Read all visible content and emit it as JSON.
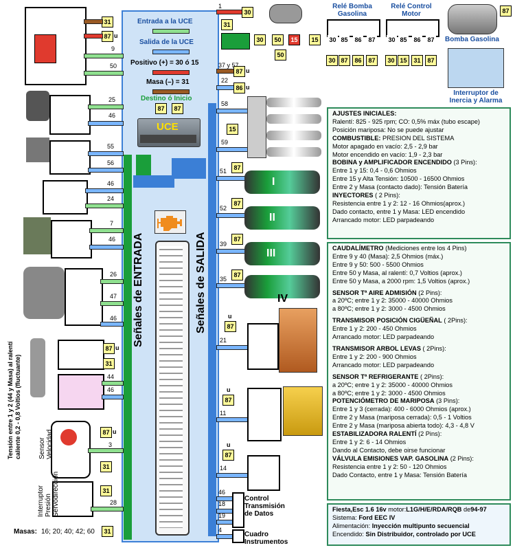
{
  "legend": {
    "entrada": "Entrada a la UCE",
    "salida": "Salida de la UCE",
    "positivo": "Positivo (+) = 30 ó 15",
    "masa": "Masa (–) = 31",
    "destino": "Destino ó Inicio",
    "destino_pins": [
      "87",
      "87"
    ]
  },
  "uce": {
    "label": "UCE",
    "entrada_label": "Señales de ENTRADA",
    "salida_label": "Señales de SALIDA"
  },
  "relays": {
    "bomba_title": "Relé Bomba Gasolina",
    "control_title": "Relé Control Motor",
    "bomba_top": [
      "30",
      "85",
      "86",
      "87"
    ],
    "bomba_bottom": [
      "30",
      "87",
      "86",
      "87"
    ],
    "control_top": [
      "30",
      "85",
      "86",
      "87"
    ],
    "control_bottom": [
      "30",
      "15",
      "31",
      "87"
    ],
    "pump_label": "Bomba Gasolina",
    "pump_pin": "87",
    "inertia_label": "Interruptor de Inercia y Alarma"
  },
  "ignition": {
    "pins": [
      "30",
      "50",
      "15",
      "15"
    ],
    "pin_31": "31",
    "pin_50": "50",
    "pin_30_top": "30",
    "wire_1": "1"
  },
  "left_wires": {
    "w9": "9",
    "w50": "50",
    "w25": "25",
    "w46a": "46",
    "w55": "55",
    "w56": "56",
    "w46b": "46",
    "w24": "24",
    "w7": "7",
    "w46c": "46",
    "w26": "26",
    "w47": "47",
    "w46d": "46",
    "w44": "44",
    "w46e": "46",
    "w3": "3",
    "w28": "28"
  },
  "left_pins": {
    "p31a": "31",
    "p87a": "87",
    "p87b": "87",
    "p31b": "31",
    "p87c": "87",
    "p31c": "31",
    "p31d": "31",
    "p31e": "31"
  },
  "right_wires": {
    "w37_57": "37 y 57",
    "w22": "22",
    "w58": "58",
    "w59": "59",
    "w51": "51",
    "w52": "52",
    "w39": "39",
    "w35": "35",
    "w21": "21",
    "w11": "11",
    "w14": "14",
    "w46": "46",
    "w18": "18",
    "w19": "19",
    "w4": "4"
  },
  "right_pins": {
    "p87a": "87",
    "p86": "86",
    "p15": "15",
    "p87b": "87",
    "p87c": "87",
    "p87d": "87",
    "p87e": "87",
    "p87f": "87",
    "p87g": "87",
    "p87h": "87"
  },
  "injectors": [
    "I",
    "II",
    "III",
    "IV"
  ],
  "outputs": {
    "control_label": "Control Transmisión de Datos",
    "cuadro_label": "Cuadro Instrumentos"
  },
  "left_labels": {
    "lambda": "Tensión entre 1 y 2 (44 y Masa) al ralentí  caliente  0,2 - 0,8 Voltios (fluctuante)",
    "speed": "Sensor Velocidad",
    "steering": "Interruptor Presión Servodirección",
    "masas": "Masas:",
    "masas_values": "16; 20; 40; 42; 60",
    "masas_pin": "31"
  },
  "panel1": {
    "title": "AJUSTES INICIALES:",
    "l1": "Ralentí: 825 - 925 rpm; CO: 0,5% máx (tubo escape)",
    "l2": "Posición mariposa: No se puede ajustar",
    "h2": "COMBUSTIBLE:",
    "h2b": "PRESION DEL SISTEMA",
    "l3": "Motor apagado en vacío: 2,5 - 2,9 bar",
    "l4": "Motor encendido en vacío: 1,9 - 2,3 bar",
    "h3": "BOBINA y AMPLIFICADOR ENCENDIDO",
    "h3b": "(3 Pins):",
    "l5": "Entre 1 y 15: 0,4 - 0,6 Ohmios",
    "l6": "Entre 15 y Alta Tensión: 10500 - 16500 Ohmios",
    "l7": "Entre 2 y Masa (contacto dado): Tensión Batería",
    "h4": "INYECTORES",
    "h4b": "( 2 Pins):",
    "l8": "Resistencia entre 1 y 2: 12 - 16 Ohmios(aprox.)",
    "l9": "Dado contacto, entre 1 y Masa: LED encendido",
    "l10": "Arrancado motor: LED parpadeando"
  },
  "panel2": {
    "h1": "CAUDALÍMETRO",
    "h1b": "(Mediciones entre los 4 Pins)",
    "l1": "Entre 9 y 40 (Masa): 2,5 Ohmios (máx.)",
    "l2": "Entre 9 y 50: 500 - 5500 Ohmios",
    "l3": "Entre 50 y Masa, al ralentí: 0,7 Voltios (aprox.)",
    "l4": "Entre 50 y Masa, a 2000 rpm: 1,5 Voltios (aprox.)",
    "h2": "SENSOR Tª AIRE ADMISIÓN",
    "h2b": "(2 Pins):",
    "l5": "a 20ºC; entre 1 y 2: 35000 - 40000 Ohmios",
    "l6": "a 80ºC; entre 1 y 2:  3000  - 4500 Ohmios",
    "h3": "TRANSMISOR POSICIÓN CIGÜEÑAL",
    "h3b": "( 2Pins):",
    "l7": "Entre 1 y 2: 200 - 450 Ohmios",
    "l8": "Arrancado motor: LED parpadeando",
    "h4": "TRANSMISOR ARBOL LEVAS",
    "h4b": "( 2Pins):",
    "l9": "Entre 1 y 2: 200 - 900 Ohmios",
    "l10": "Arrancado motor: LED parpadeando",
    "h5": "SENSOR Tª REFRIGERANTE",
    "h5b": "( 2Pins):",
    "l11": "a 20ºC; entre 1 y 2: 35000 - 40000 Ohmios",
    "l12": "a 80ºC; entre 1 y 2:   3000   -  4500 Ohmios",
    "h6": "POTENCIÓMETRO DE MARIPOSA",
    "h6b": "(3 Pins):",
    "l13": "Entre 1 y 3 (cerrada): 400 - 6000 Ohmios (aprox.)",
    "l14": "Entre 2 y Masa (mariposa cerrada): 0,5 - 1 Voltios",
    "l15": "Entre 2 y Masa (mariposa abierta todo): 4,3 - 4,8 V",
    "h7": "ESTABILIZADORA RALENTÍ",
    "h7b": "(2 Pins):",
    "l16": "Entre 1 y 2: 6 - 14 Ohmios",
    "l17": "Dando al Contacto, debe oirse funcionar",
    "h8": "VÁLVULA EMISIONES VAP. GASOLINA",
    "h8b": "(2 Pins):",
    "l18": "Resistencia entre 1 y 2: 50 - 120 Ohmios",
    "l19": "Dado Contacto, entre 1 y Masa: Tensión Batería"
  },
  "panel3": {
    "l1a": "Fiesta,Esc 1.6 16v",
    "l1b": "motor:",
    "l1c": "L1G/H/E/RDA/RQB",
    "l1d": "de",
    "l1e": "94-97",
    "l2a": "Sistema:",
    "l2b": "Ford   EEC  IV",
    "l3a": "Alimentación:",
    "l3b": "Inyección multipunto secuencial",
    "l4a": "Encendido:",
    "l4b": "Sin Distribuidor, controlado por UCE"
  },
  "colors": {
    "blue_panel": "#cfe3f7",
    "blue_border": "#3b7fd6",
    "green": "#1a9e3a",
    "pin_yellow": "#fffb9a",
    "panel_border": "#2d8a5a"
  }
}
